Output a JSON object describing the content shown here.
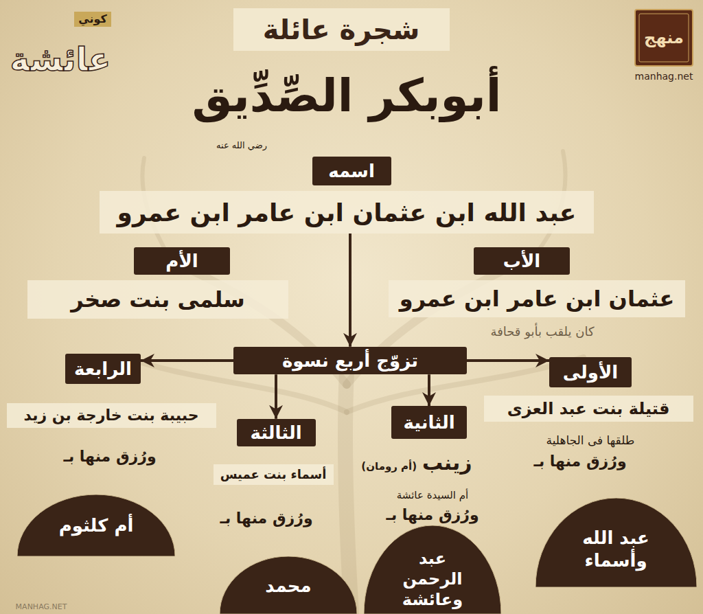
{
  "diagram": {
    "title": "شجرة عائلة",
    "nodes": [
      {
        "text": [
          "اسمه"
        ]
      },
      {
        "text": [
          "عبد الله ابن عثمان ابن عامر ابن عمرو"
        ]
      },
      {
        "text": [
          "الأب"
        ]
      },
      {
        "text": [
          "عثمان ابن عامر ابن عمرو"
        ]
      },
      {
        "text": [
          "الأم"
        ]
      },
      {
        "text": [
          "سلمى بنت صخر"
        ]
      },
      {
        "text": [
          "تزوّج أربع نسوة"
        ]
      },
      {
        "text": [
          "الأولى"
        ]
      },
      {
        "text": [
          "قتيلة بنت عبد العزى"
        ]
      },
      {
        "text": [
          "عبد الله وأسماء"
        ]
      },
      {
        "text": [
          "الثانية"
        ]
      },
      {
        "text": [
          "زينب",
          "(أم رومان)"
        ]
      },
      {
        "text": [
          "عبد الرحمن وعائشة"
        ]
      },
      {
        "text": [
          "الثالثة"
        ]
      },
      {
        "text": [
          "أسماء بنت عميس"
        ]
      },
      {
        "text": [
          "محمد"
        ]
      },
      {
        "text": [
          "الرابعة"
        ]
      },
      {
        "text": [
          "حبيبة بنت خارجة بن زيد"
        ]
      },
      {
        "text": [
          "أم كلثوم"
        ]
      }
    ],
    "edges": [
      {
        "from": 1,
        "to": 6,
        "arrow": "to"
      },
      {
        "from": 6,
        "to": 7,
        "arrow": "to"
      },
      {
        "from": 6,
        "to": 10,
        "arrow": "to"
      },
      {
        "from": 6,
        "to": 13,
        "arrow": "to"
      },
      {
        "from": 6,
        "to": 16,
        "arrow": "to"
      }
    ],
    "labels": [
      "أبوبكر الصِّدِّيق",
      "رضي الله عنه",
      "كوني",
      "عائشة",
      "منهج",
      "manhag.net",
      "كان يلقب بأبو قحافة",
      "طلقها فى الجاهلية",
      "ورُزق منها بـ",
      "أم السيدة عائشة",
      "ورُزق منها بـ",
      "ورُزق منها بـ",
      "ورُزق منها بـ",
      "MANHAG.NET"
    ]
  }
}
